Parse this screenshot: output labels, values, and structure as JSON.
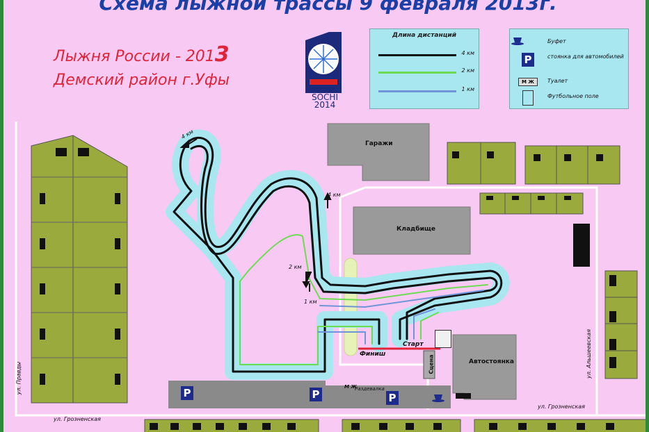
{
  "title": "Схема лыжной трассы  9  февраля 2013г.",
  "event": {
    "line1": "Лыжня России - 201",
    "line1_suffix": "3",
    "line2": "Демский район  г.Уфы"
  },
  "logo": {
    "name": "SOCHI",
    "year": "2014"
  },
  "distance_legend": {
    "title": "Длина дистанций",
    "items": [
      {
        "length": "4 км",
        "color": "#111111"
      },
      {
        "length": "2 км",
        "color": "#6ddc52"
      },
      {
        "length": "1 км",
        "color": "#6f95d9"
      }
    ]
  },
  "symbol_legend": {
    "items": [
      {
        "label": "Буфет",
        "icon": "cup-icon"
      },
      {
        "label": "стоянка для автомобилей",
        "icon": "parking-icon",
        "glyph": "P"
      },
      {
        "label": "Туалет",
        "icon": "toilet-icon",
        "glyph": "М Ж"
      },
      {
        "label": "Футбольное поле",
        "icon": "field-icon"
      }
    ]
  },
  "labels": {
    "garages": "Гаражи",
    "cemetery": "Кладбище",
    "parking_lot": "Автостоянка",
    "start": "Старт",
    "finish": "Финиш",
    "stage": "Сцена",
    "changing": "Раздевалка",
    "toilet": "М Ж",
    "km4_top": "4 км",
    "km4_right": "4 км",
    "km2": "2 км",
    "km1": "1 км",
    "street_pravdy": "ул. Правды",
    "street_groznenskaya_left": "ул. Грозненская",
    "street_groznenskaya_right": "ул. Грозненская",
    "street_alsheevskaya": "ул. Альшеевская",
    "parking_glyph": "P"
  },
  "colors": {
    "background": "#f8c9f3",
    "building": "#9aaa3c",
    "title": "#1a3fa6",
    "event": "#e0243a",
    "track_outer": "#111111",
    "track_2km": "#6ddc52",
    "track_1km": "#6f95d9",
    "track_fill": "#a8e6f0"
  }
}
